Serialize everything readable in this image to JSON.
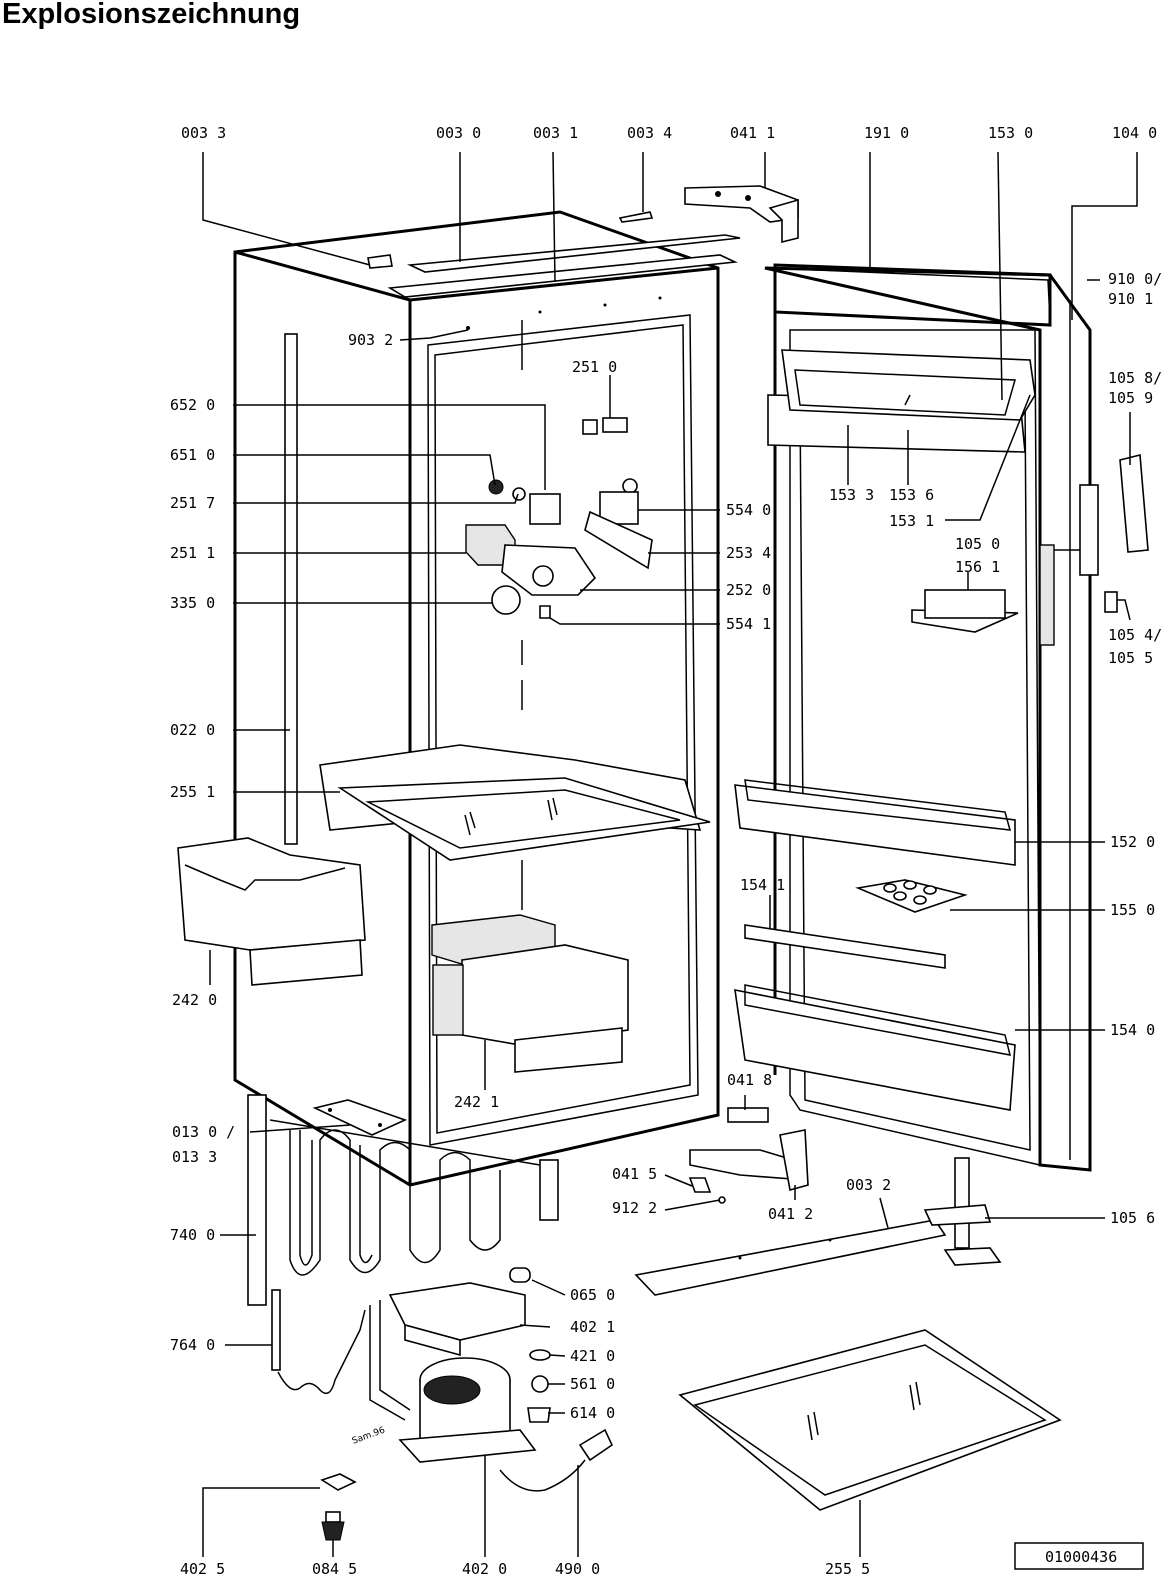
{
  "title": "Explosionszeichnung",
  "document_id": "01000436",
  "compressor_mark": "Sam.96",
  "labels": {
    "l_003_3": "003 3",
    "l_003_0": "003 0",
    "l_003_1": "003 1",
    "l_003_4": "003 4",
    "l_041_1": "041 1",
    "l_191_0": "191 0",
    "l_153_0": "153 0",
    "l_104_0": "104 0",
    "l_910_0": "910 0/",
    "l_910_1": "910 1",
    "l_105_8": "105 8/",
    "l_105_9": "105 9",
    "l_903_2": "903 2",
    "l_251_0": "251 0",
    "l_652_0": "652 0",
    "l_651_0": "651 0",
    "l_251_7": "251 7",
    "l_251_1": "251 1",
    "l_335_0": "335 0",
    "l_554_0": "554 0",
    "l_253_4": "253 4",
    "l_252_0": "252 0",
    "l_554_1": "554 1",
    "l_153_3": "153 3",
    "l_153_6": "153 6",
    "l_153_1": "153 1",
    "l_105_0": "105 0",
    "l_156_1": "156 1",
    "l_105_4": "105 4/",
    "l_105_5": "105 5",
    "l_022_0": "022 0",
    "l_255_1": "255 1",
    "l_152_0": "152 0",
    "l_154_1": "154 1",
    "l_155_0": "155 0",
    "l_242_0": "242 0",
    "l_154_0": "154 0",
    "l_242_1": "242 1",
    "l_041_8": "041 8",
    "l_013_0": "013 0 /",
    "l_013_3": "013 3",
    "l_041_5": "041 5",
    "l_912_2": "912 2",
    "l_041_2": "041 2",
    "l_003_2": "003 2",
    "l_105_6": "105 6",
    "l_740_0": "740 0",
    "l_065_0": "065 0",
    "l_402_1": "402 1",
    "l_764_0": "764 0",
    "l_421_0": "421 0",
    "l_561_0": "561 0",
    "l_614_0": "614 0",
    "l_402_5": "402 5",
    "l_084_5": "084 5",
    "l_402_0": "402 0",
    "l_490_0": "490 0",
    "l_255_5": "255 5"
  }
}
